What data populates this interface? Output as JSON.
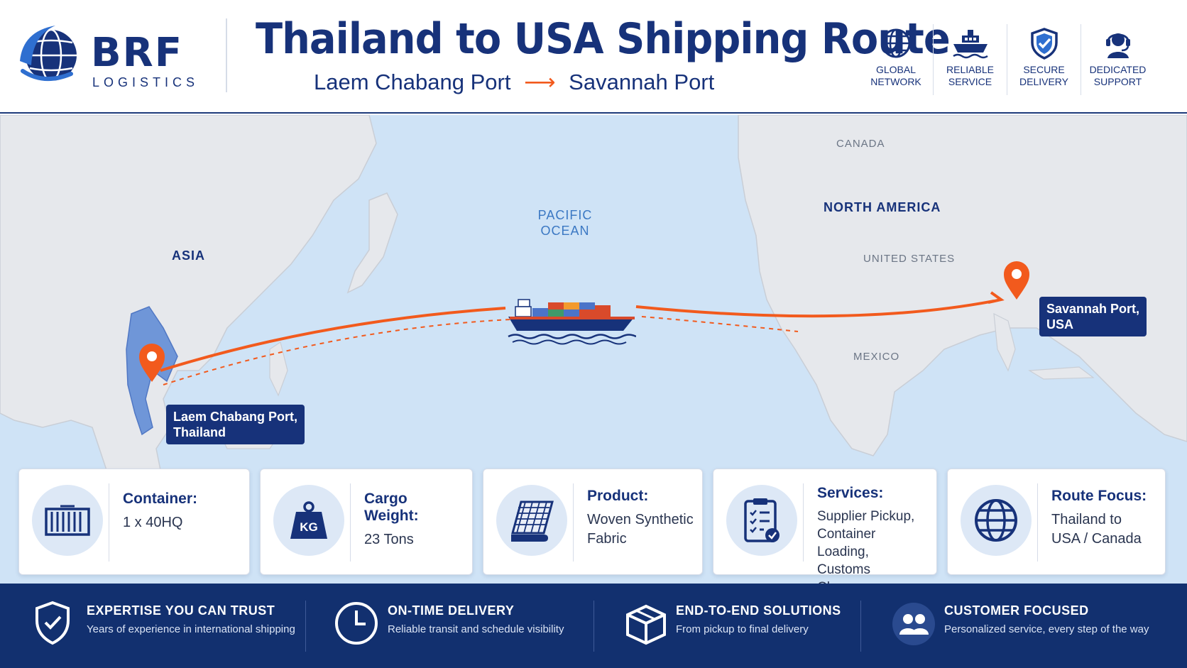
{
  "brand": {
    "name": "BRF",
    "tagline": "LOGISTICS"
  },
  "header": {
    "title": "Thailand to USA Shipping Route",
    "origin": "Laem Chabang Port",
    "destination": "Savannah Port"
  },
  "features": [
    {
      "label_1": "GLOBAL",
      "label_2": "NETWORK",
      "icon": "globe-icon"
    },
    {
      "label_1": "RELIABLE",
      "label_2": "SERVICE",
      "icon": "ship-icon"
    },
    {
      "label_1": "SECURE",
      "label_2": "DELIVERY",
      "icon": "shield-icon"
    },
    {
      "label_1": "DEDICATED",
      "label_2": "SUPPORT",
      "icon": "headset-icon"
    }
  ],
  "map": {
    "labels": {
      "canada": "CANADA",
      "north_america": "NORTH AMERICA",
      "united_states": "UNITED STATES",
      "mexico": "MEXICO",
      "asia": "ASIA",
      "ocean_line1": "PACIFIC",
      "ocean_line2": "OCEAN"
    },
    "origin_tag": {
      "line1": "Laem Chabang Port,",
      "line2": "Thailand"
    },
    "destination_tag": {
      "line1": "Savannah Port,",
      "line2": "USA"
    }
  },
  "cards": [
    {
      "title": "Container:",
      "lines": [
        "1 x 40HQ"
      ],
      "icon": "container-icon"
    },
    {
      "title": "Cargo Weight:",
      "lines": [
        "23 Tons"
      ],
      "icon": "weight-icon",
      "icon_text": "KG"
    },
    {
      "title": "Product:",
      "lines": [
        "Woven Synthetic",
        "Fabric"
      ],
      "icon": "fabric-icon"
    },
    {
      "title": "Services:",
      "lines": [
        "Supplier Pickup,",
        "Container Loading,",
        "Customs Clearance"
      ],
      "icon": "checklist-icon"
    },
    {
      "title": "Route Focus:",
      "lines": [
        "Thailand to",
        "USA / Canada"
      ],
      "icon": "globe-icon"
    }
  ],
  "footer": [
    {
      "title": "EXPERTISE YOU CAN TRUST",
      "subtitle": "Years of experience in international shipping",
      "icon": "shield-check-icon"
    },
    {
      "title": "ON-TIME DELIVERY",
      "subtitle": "Reliable transit and schedule visibility",
      "icon": "clock-icon"
    },
    {
      "title": "END-TO-END SOLUTIONS",
      "subtitle": "From pickup to final delivery",
      "icon": "box-icon"
    },
    {
      "title": "CUSTOMER FOCUSED",
      "subtitle": "Personalized service, every step of the way",
      "icon": "users-icon"
    }
  ],
  "colors": {
    "navy": "#17327a",
    "accent": "#f25a1d",
    "ocean": "#cfe3f6",
    "land": "#e6e8ec",
    "footer": "#12306f"
  }
}
